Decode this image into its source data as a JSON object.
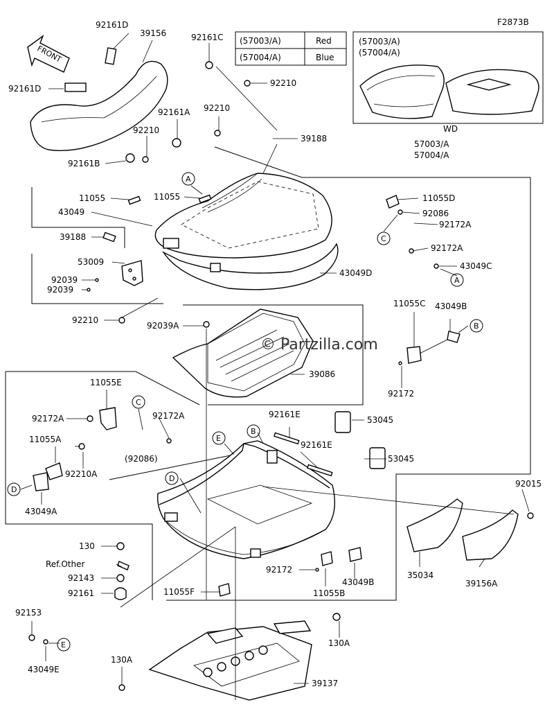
{
  "figure_id": "F2873B",
  "front_arrow_label": "FRONT",
  "watermark": "© Partzilla.com",
  "color_table": [
    {
      "code": "(57003/A)",
      "color": "Red"
    },
    {
      "code": "(57004/A)",
      "color": "Blue"
    }
  ],
  "inset": {
    "codes": [
      "(57003/A)",
      "(57004/A)"
    ],
    "caption": "WD"
  },
  "callout_letters": {
    "a": "A",
    "b": "B",
    "c": "C",
    "d": "D",
    "e": "E"
  },
  "parts": {
    "p92161D": "92161D",
    "p39156": "39156",
    "p92161C": "92161C",
    "p92210_a": "92210",
    "p92161D_b": "92161D",
    "p92161A": "92161A",
    "p92210_b": "92210",
    "p92210_c": "92210",
    "p92161B": "92161B",
    "p39188_a": "39188",
    "p57003A": "57003/A",
    "p57004A": "57004/A",
    "p11055": "11055",
    "p11055_b": "11055",
    "p43049": "43049",
    "p11055D": "11055D",
    "p92086": "92086",
    "p92172A_a": "92172A",
    "p39188_b": "39188",
    "p53009": "53009",
    "p92172A_b": "92172A",
    "p43049C": "43049C",
    "p92039_a": "92039",
    "p92039_b": "92039",
    "p43049D": "43049D",
    "p92210_d": "92210",
    "p92039A": "92039A",
    "p43049B_a": "43049B",
    "p11055C": "11055C",
    "p39086": "39086",
    "p92172_a": "92172",
    "p11055E": "11055E",
    "p92172A_c": "92172A",
    "p92172A_d": "92172A",
    "p92086_paren": "(92086)",
    "p92161E_a": "92161E",
    "p53045_a": "53045",
    "p92161E_b": "92161E",
    "p53045_b": "53045",
    "p11055A": "11055A",
    "p92210A": "92210A",
    "p43049A": "43049A",
    "p92015": "92015",
    "p130": "130",
    "pRefOther": "Ref.Other",
    "p92143": "92143",
    "p92161": "92161",
    "p92172_b": "92172",
    "p43049B_b": "43049B",
    "p35034": "35034",
    "p39156A": "39156A",
    "p11055B": "11055B",
    "p11055F": "11055F",
    "p92153": "92153",
    "p43049E": "43049E",
    "p130A_a": "130A",
    "p130A_b": "130A",
    "p39137": "39137"
  }
}
